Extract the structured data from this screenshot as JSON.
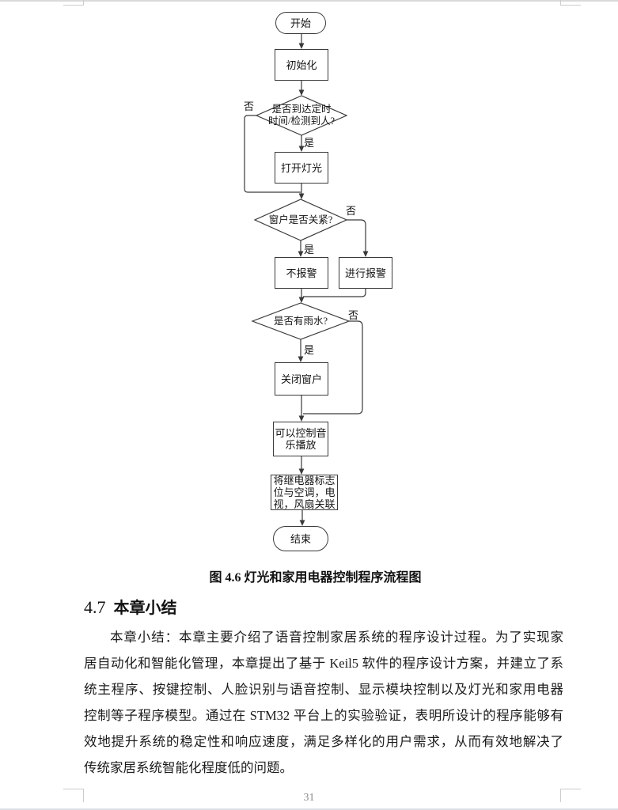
{
  "flowchart": {
    "nodes": {
      "start": "开始",
      "init": "初始化",
      "decision_timer": {
        "line1": "是否到达定时",
        "line2": "时间/检测到人?"
      },
      "open_light": "打开灯光",
      "decision_window": "窗户是否关紧?",
      "no_alarm": "不报警",
      "do_alarm": "进行报警",
      "decision_rain": "是否有雨水?",
      "close_window": "关闭窗户",
      "music": {
        "line1": "可以控制音",
        "line2": "乐播放"
      },
      "relay": {
        "line1": "将继电器标志",
        "line2": "位与空调，电",
        "line3": "视，风扇关联"
      },
      "end": "结束"
    },
    "labels": {
      "yes": "是",
      "no": "否"
    }
  },
  "caption": "图 4.6 灯光和家用电器控制程序流程图",
  "section": {
    "number": "4.7",
    "title": "本章小结"
  },
  "paragraph": {
    "lines": [
      "本章小结：本章主要介绍了语音控制家居系统的程序设计过程。为了实现家",
      "居自动化和智能化管理，本章提出了基于 Keil5 软件的程序设计方案，并建立了系",
      "统主程序、按键控制、人脸识别与语音控制、显示模块控制以及灯光和家用电器",
      "控制等子程序模型。通过在 STM32 平台上的实验验证，表明所设计的程序能够有",
      "效地提升系统的稳定性和响应速度，满足多样化的用户需求，从而有效地解决了",
      "传统家居系统智能化程度低的问题。"
    ]
  },
  "page_number": "31",
  "colors": {
    "line": "#3a3a3a",
    "text": "#1a1a1a",
    "crop_mark": "#cccccc",
    "page_number": "#8b8b8b",
    "page_background": "#ffffff"
  }
}
